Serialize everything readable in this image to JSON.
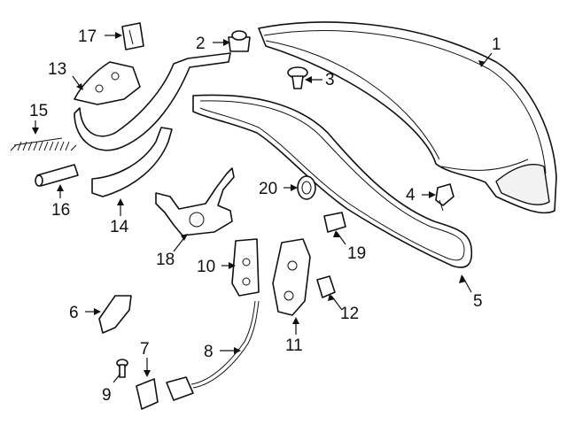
{
  "diagram": {
    "callouts": [
      {
        "id": "1",
        "label": "1"
      },
      {
        "id": "2",
        "label": "2"
      },
      {
        "id": "3",
        "label": "3"
      },
      {
        "id": "4",
        "label": "4"
      },
      {
        "id": "5",
        "label": "5"
      },
      {
        "id": "6",
        "label": "6"
      },
      {
        "id": "7",
        "label": "7"
      },
      {
        "id": "8",
        "label": "8"
      },
      {
        "id": "9",
        "label": "9"
      },
      {
        "id": "10",
        "label": "10"
      },
      {
        "id": "11",
        "label": "11"
      },
      {
        "id": "12",
        "label": "12"
      },
      {
        "id": "13",
        "label": "13"
      },
      {
        "id": "14",
        "label": "14"
      },
      {
        "id": "15",
        "label": "15"
      },
      {
        "id": "16",
        "label": "16"
      },
      {
        "id": "17",
        "label": "17"
      },
      {
        "id": "18",
        "label": "18"
      },
      {
        "id": "19",
        "label": "19"
      },
      {
        "id": "20",
        "label": "20"
      }
    ]
  }
}
